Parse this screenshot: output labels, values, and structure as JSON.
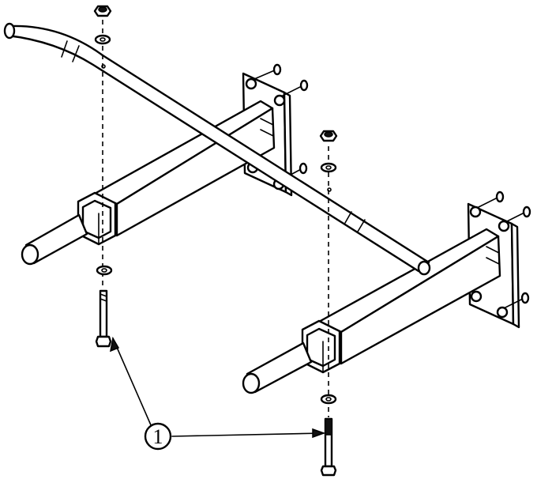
{
  "callout": {
    "number": "1"
  },
  "parts": [
    {
      "name": "pull-up-bar",
      "icon": "curved-tube"
    },
    {
      "name": "wall-arm-left",
      "icon": "square-tube"
    },
    {
      "name": "wall-arm-right",
      "icon": "square-tube"
    },
    {
      "name": "wall-plate-left",
      "icon": "mounting-plate"
    },
    {
      "name": "wall-plate-right",
      "icon": "mounting-plate"
    },
    {
      "name": "hex-bolt",
      "icon": "bolt"
    },
    {
      "name": "washer",
      "icon": "washer"
    },
    {
      "name": "lock-nut",
      "icon": "nut"
    }
  ]
}
